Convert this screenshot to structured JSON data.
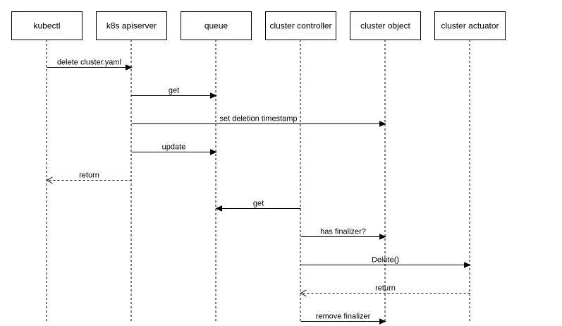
{
  "participants": [
    {
      "id": "kubectl",
      "label": "kubectl"
    },
    {
      "id": "apiserver",
      "label": "k8s apiserver"
    },
    {
      "id": "queue",
      "label": "queue"
    },
    {
      "id": "controller",
      "label": "cluster controller"
    },
    {
      "id": "object",
      "label": "cluster object"
    },
    {
      "id": "actuator",
      "label": "cluster actuator"
    }
  ],
  "messages": [
    {
      "from": "kubectl",
      "to": "apiserver",
      "label": "delete cluster.yaml",
      "style": "solid"
    },
    {
      "from": "apiserver",
      "to": "queue",
      "label": "get",
      "style": "solid"
    },
    {
      "from": "apiserver",
      "to": "object",
      "label": "set deletion timestamp",
      "style": "solid"
    },
    {
      "from": "apiserver",
      "to": "queue",
      "label": "update",
      "style": "solid"
    },
    {
      "from": "apiserver",
      "to": "kubectl",
      "label": "return",
      "style": "dashed"
    },
    {
      "from": "controller",
      "to": "queue",
      "label": "get",
      "style": "solid"
    },
    {
      "from": "controller",
      "to": "object",
      "label": "has finalizer?",
      "style": "solid"
    },
    {
      "from": "controller",
      "to": "actuator",
      "label": "Delete()",
      "style": "solid"
    },
    {
      "from": "actuator",
      "to": "controller",
      "label": "return",
      "style": "dashed"
    },
    {
      "from": "controller",
      "to": "object",
      "label": "remove finalizer",
      "style": "solid"
    }
  ],
  "colors": {
    "line": "#000000",
    "box_fill": "#ffffff",
    "background": "#ffffff"
  }
}
